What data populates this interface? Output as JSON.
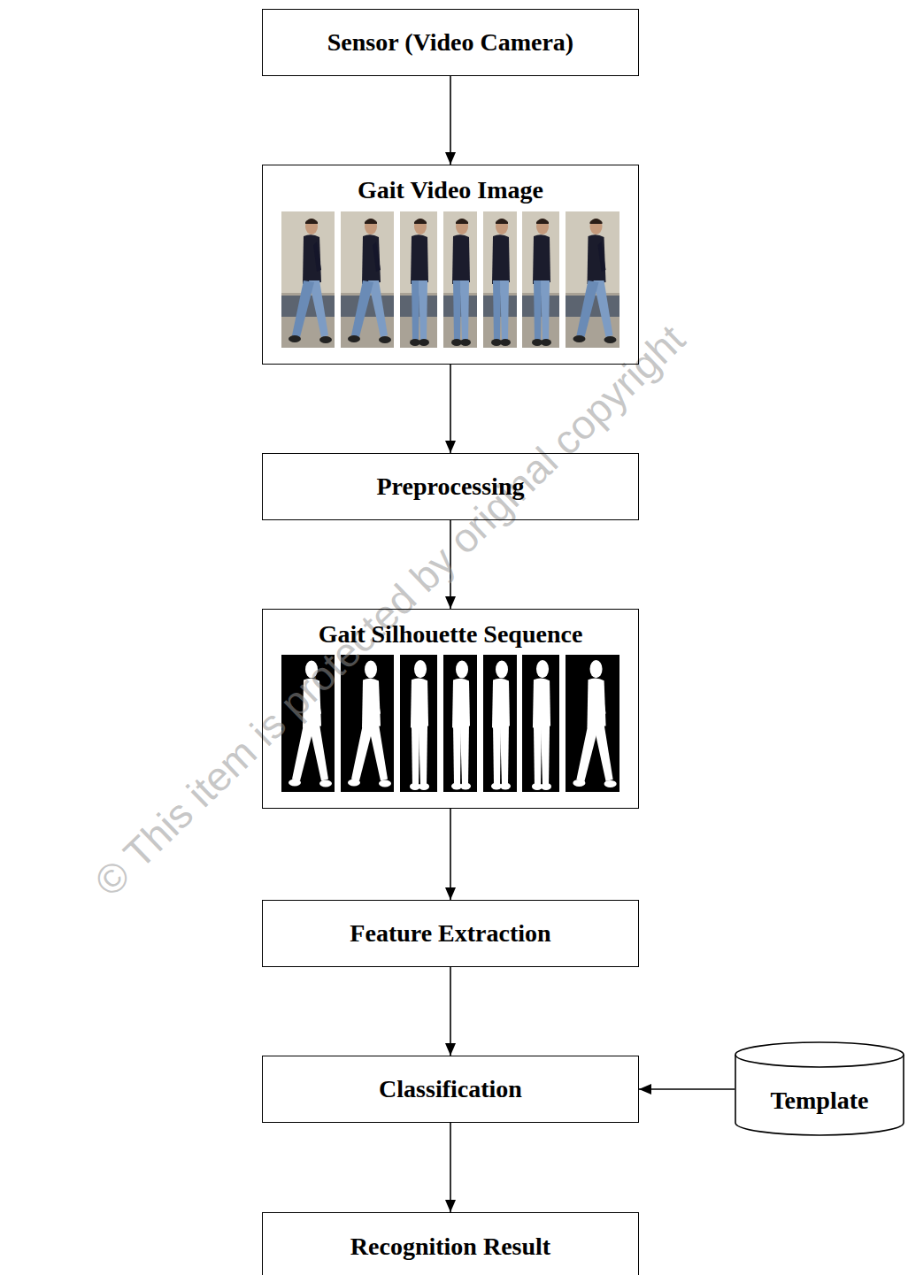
{
  "diagram": {
    "nodes": [
      {
        "text": [
          "Sensor (Video Camera)"
        ]
      },
      {
        "text": [
          "Gait Video Image"
        ]
      },
      {
        "text": [
          "Preprocessing"
        ]
      },
      {
        "text": [
          "Gait Silhouette Sequence"
        ]
      },
      {
        "text": [
          "Feature Extraction"
        ]
      },
      {
        "text": [
          "Classification"
        ]
      },
      {
        "text": [
          "Template"
        ]
      },
      {
        "text": [
          "Recognition Result"
        ]
      }
    ],
    "edges": [
      {
        "from": 0,
        "to": 1,
        "arrow": "to"
      },
      {
        "from": 1,
        "to": 2,
        "arrow": "to"
      },
      {
        "from": 2,
        "to": 3,
        "arrow": "to"
      },
      {
        "from": 3,
        "to": 4,
        "arrow": "to"
      },
      {
        "from": 4,
        "to": 5,
        "arrow": "to"
      },
      {
        "from": 6,
        "to": 5,
        "arrow": "to"
      },
      {
        "from": 5,
        "to": 7,
        "arrow": "to"
      }
    ],
    "labels": [
      "© This item is protected by original copyright"
    ]
  }
}
